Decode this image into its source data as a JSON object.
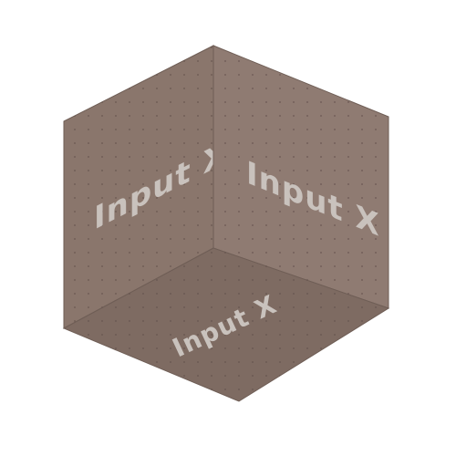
{
  "cube": {
    "face_color": "#8a766c",
    "edge_color": "#6f5e56",
    "dot_color": "#5f4f49",
    "label_color": "#c9c2bd",
    "faces": {
      "left": {
        "label": "Input X"
      },
      "right": {
        "label": "Input X"
      },
      "bottom": {
        "label": "Input X"
      }
    }
  }
}
